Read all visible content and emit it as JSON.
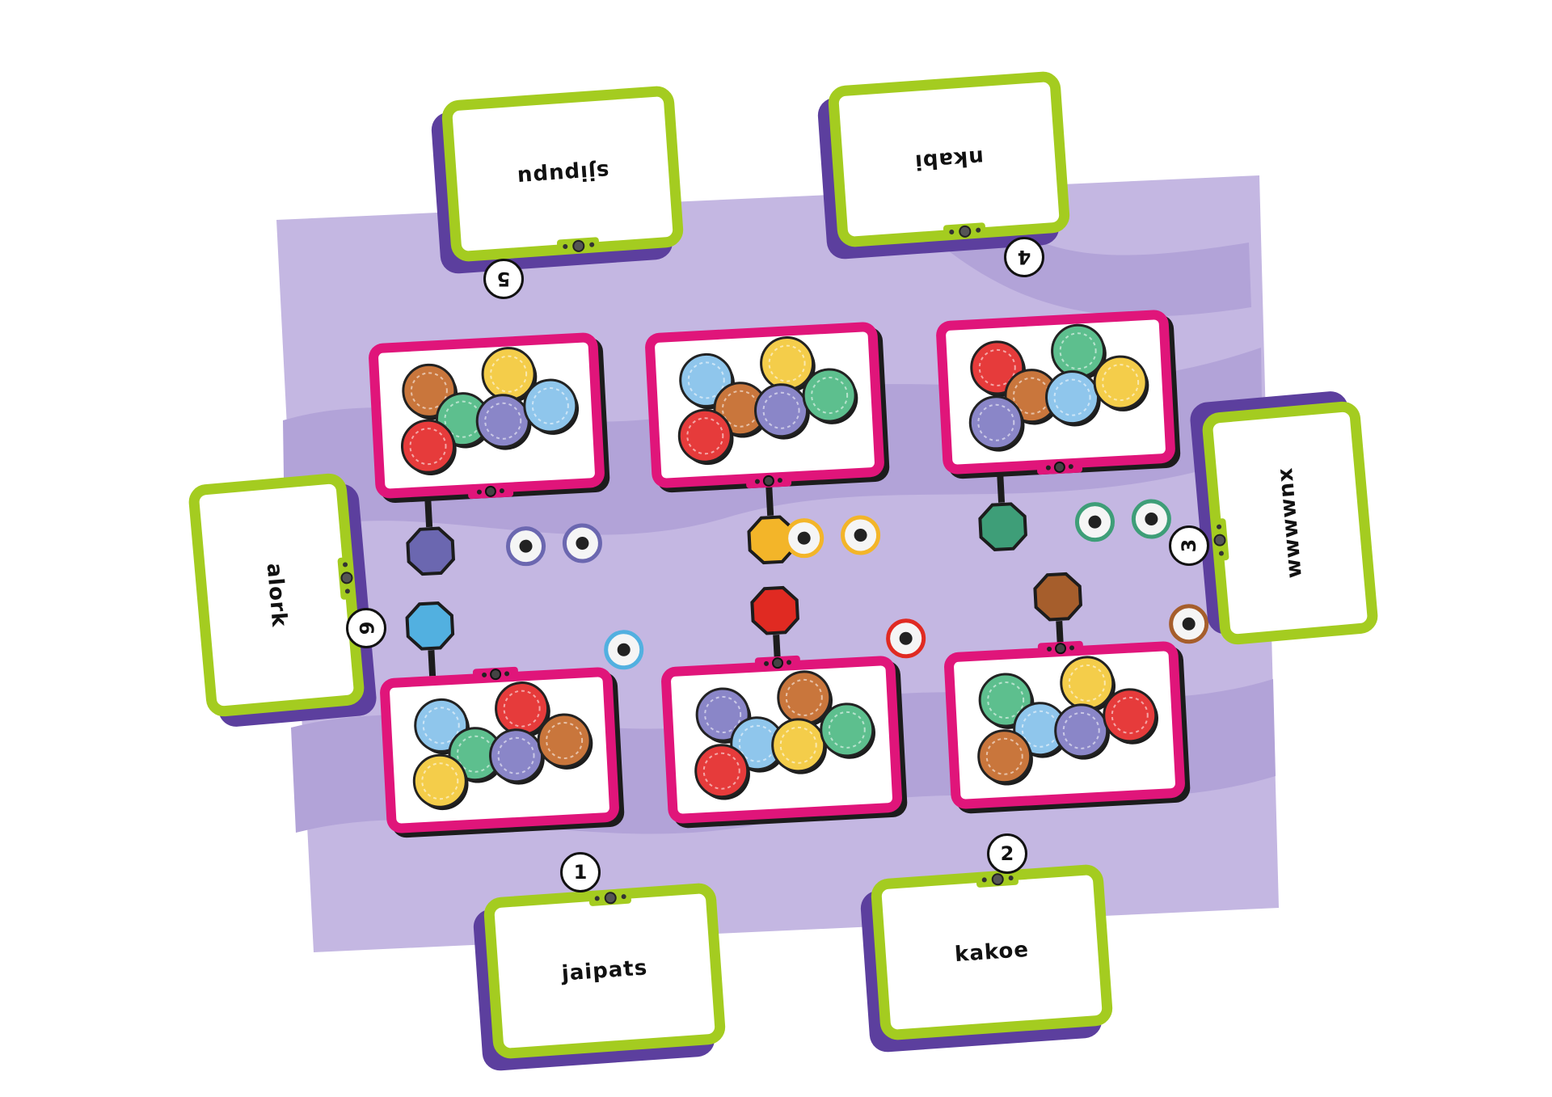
{
  "colors": {
    "board": "#c4b7e2",
    "board_wave": "#b2a3d8",
    "card_frame": "#a4cc20",
    "card_shadow": "#5c3f9e",
    "screen_frame": "#e0157a",
    "screen_bezel": "#1c1c1c"
  },
  "word_cards": [
    {
      "player": "5",
      "word": "sjipupu"
    },
    {
      "player": "4",
      "word": "nkabi"
    },
    {
      "player": "3",
      "word": "wwwwnx"
    },
    {
      "player": "6",
      "word": "alork"
    },
    {
      "player": "1",
      "word": "jaipats"
    },
    {
      "player": "2",
      "word": "kakoe"
    }
  ],
  "monster_screens": [
    {
      "slot": "top-left",
      "color": "#6b67b0",
      "chips": [
        "brown",
        "yellow",
        "green",
        "purple",
        "blue",
        "red"
      ]
    },
    {
      "slot": "top-middle",
      "color": "#f3b529",
      "chips": [
        "blue",
        "yellow",
        "brown",
        "purple",
        "green",
        "red"
      ]
    },
    {
      "slot": "top-right",
      "color": "#3e9e78",
      "chips": [
        "red",
        "green",
        "brown",
        "blue",
        "yellow",
        "purple"
      ]
    },
    {
      "slot": "bottom-left",
      "color": "#52b0e0",
      "chips": [
        "blue",
        "red",
        "green",
        "purple",
        "brown",
        "yellow"
      ]
    },
    {
      "slot": "bottom-middle",
      "color": "#e02a22",
      "chips": [
        "purple",
        "brown",
        "blue",
        "yellow",
        "green",
        "red"
      ]
    },
    {
      "slot": "bottom-right",
      "color": "#a65e2c",
      "chips": [
        "green",
        "yellow",
        "blue",
        "purple",
        "red",
        "brown"
      ]
    }
  ],
  "chip_colors": {
    "red": "#e63b3b",
    "blue": "#8fc6ec",
    "green": "#5dbf8e",
    "yellow": "#f4cd4a",
    "purple": "#8a86c8",
    "brown": "#c9763c"
  }
}
